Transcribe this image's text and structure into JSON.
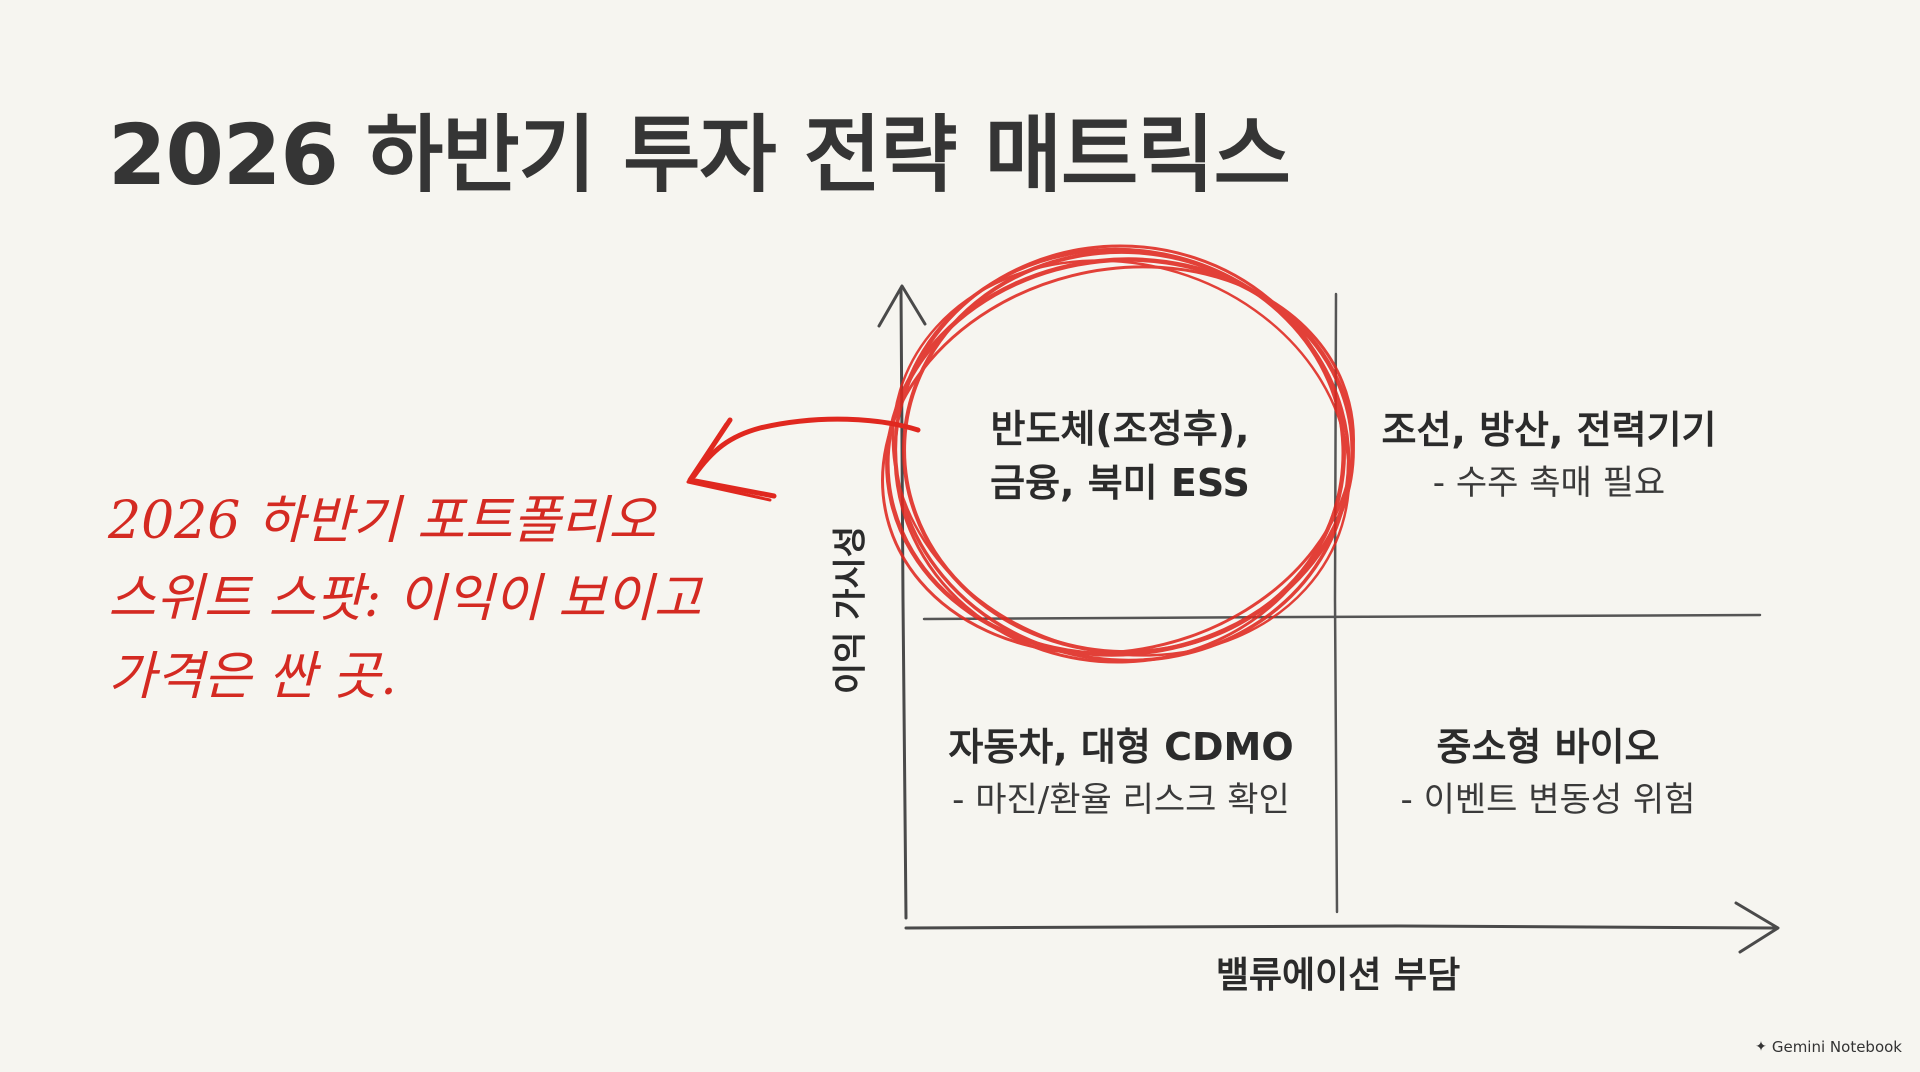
{
  "title": "2026 하반기 투자 전략 매트릭스",
  "callout": {
    "lines": [
      "2026 하반기 포트폴리오",
      "스위트 스팟: 이익이 보이고",
      "가격은 싼 곳."
    ],
    "color": "#d42a22"
  },
  "quadrants": {
    "top_left": {
      "line1": "반도체(조정후),",
      "line2": "금융, 북미 ESS",
      "highlighted": true
    },
    "top_right": {
      "line1": "조선, 방산, 전력기기",
      "note": "- 수주 촉매 필요"
    },
    "bottom_left": {
      "line1": "자동차, 대형 CDMO",
      "note": "- 마진/환율 리스크 확인"
    },
    "bottom_right": {
      "line1": "중소형 바이오",
      "note": "- 이벤트 변동성 위험"
    }
  },
  "axes": {
    "y_label": "이익 가시성",
    "x_label": "밸류에이션 부담"
  },
  "watermark": {
    "text": "Gemini Notebook",
    "icon": "gemini-spark-icon"
  },
  "colors": {
    "background": "#f6f5f0",
    "accent_red": "#e0281f",
    "ink": "#3a3a3a"
  }
}
